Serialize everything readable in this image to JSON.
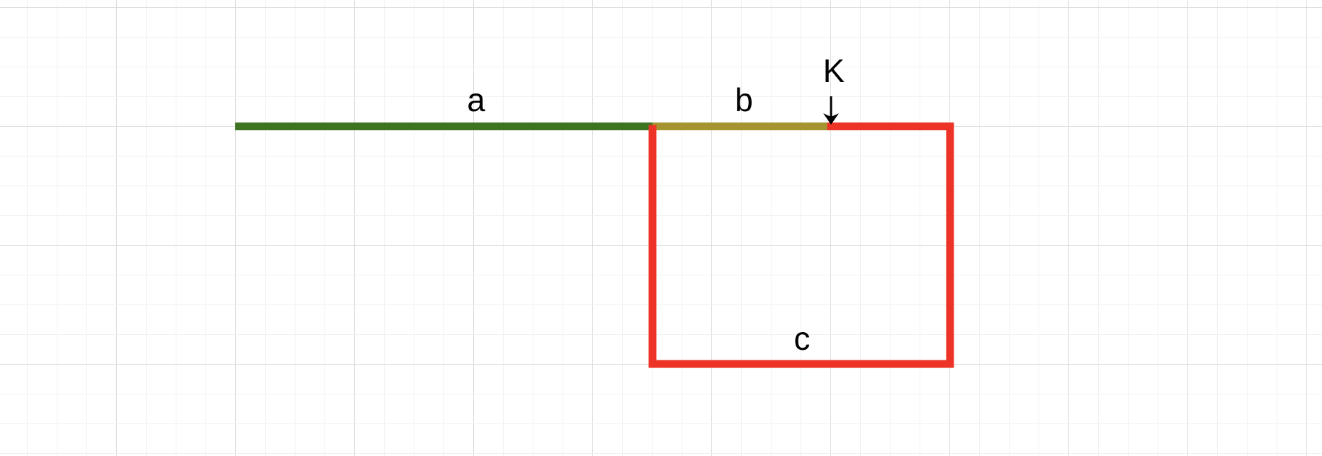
{
  "diagram": {
    "labels": {
      "a": "a",
      "b": "b",
      "c": "c",
      "k": "K"
    },
    "colors": {
      "background": "#ffffff",
      "grid_minor": "#f1f1f1",
      "grid_major": "#dcdcdc",
      "segment_a": "#3e7421",
      "segment_b": "#a59431",
      "segment_c": "#ec3326",
      "arrow": "#000000"
    }
  }
}
